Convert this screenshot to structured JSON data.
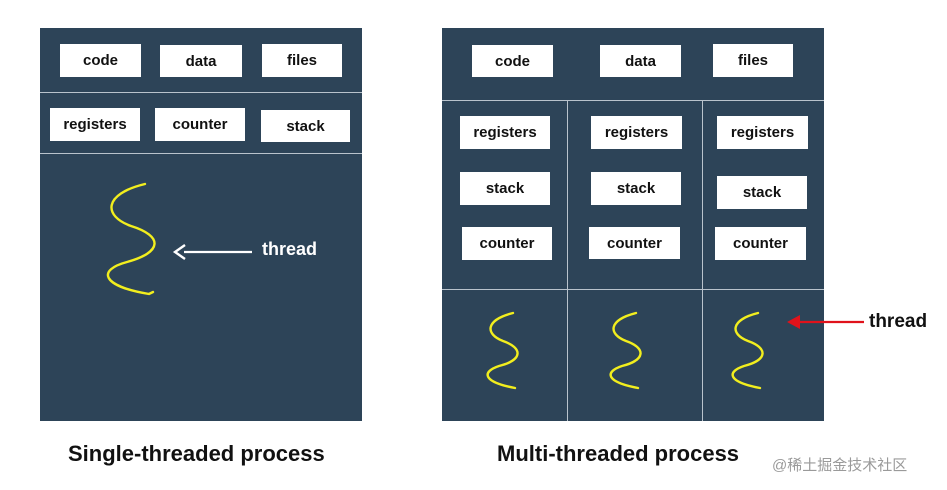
{
  "single": {
    "top_boxes": [
      "code",
      "data",
      "files"
    ],
    "mid_boxes": [
      "registers",
      "counter",
      "stack"
    ],
    "thread_label": "thread",
    "caption": "Single-threaded process"
  },
  "multi": {
    "top_boxes": [
      "code",
      "data",
      "files"
    ],
    "columns": [
      [
        "registers",
        "stack",
        "counter"
      ],
      [
        "registers",
        "stack",
        "counter"
      ],
      [
        "registers",
        "stack",
        "counter"
      ]
    ],
    "thread_label": "thread",
    "caption": "Multi-threaded process"
  },
  "watermark": "@稀土掘金技术社区",
  "colors": {
    "panel": "#2d4458",
    "thread_wave": "#f2ee1e",
    "white_arrow": "#ffffff",
    "red_arrow": "#e0121b"
  }
}
